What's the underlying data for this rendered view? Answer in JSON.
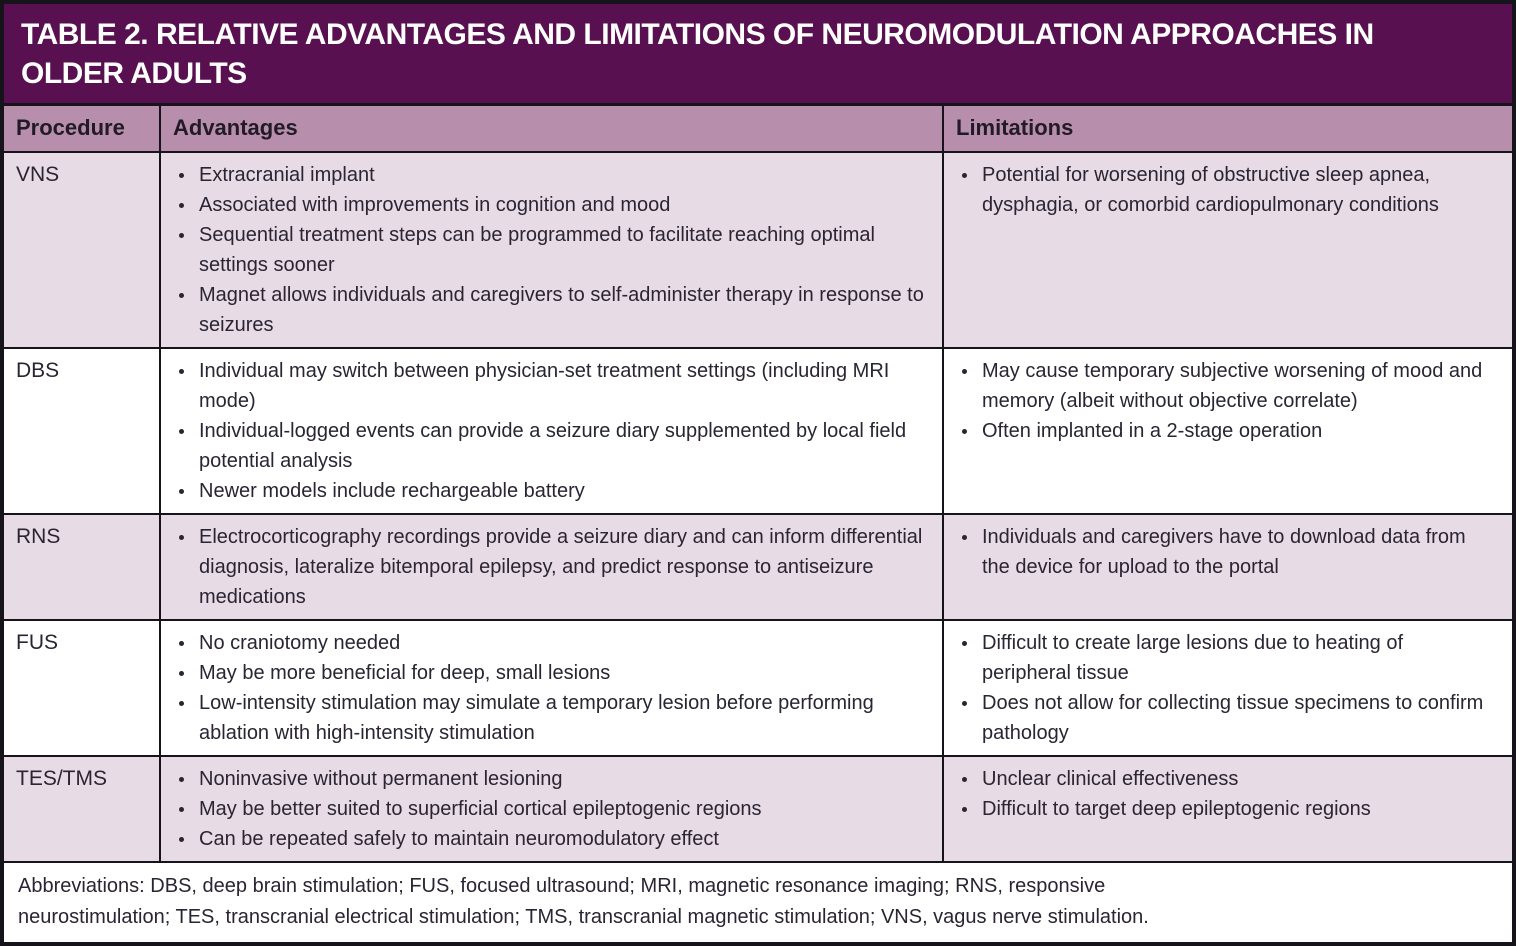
{
  "table": {
    "title": "TABLE 2. RELATIVE ADVANTAGES AND LIMITATIONS OF NEUROMODULATION APPROACHES IN OLDER ADULTS",
    "title_lines": [
      "TABLE 2. RELATIVE ADVANTAGES AND LIMITATIONS OF NEUROMODULATION APPROACHES IN",
      "OLDER ADULTS"
    ],
    "columns": [
      "Procedure",
      "Advantages",
      "Limitations"
    ],
    "rows": [
      {
        "procedure": "VNS",
        "advantages": [
          "Extracranial implant",
          "Associated with improvements in cognition and mood",
          "Sequential treatment steps can be programmed to facilitate reaching optimal settings sooner",
          "Magnet allows individuals and caregivers to self-administer therapy in response to seizures"
        ],
        "limitations": [
          "Potential for worsening of obstructive sleep apnea, dysphagia, or comorbid cardiopulmonary conditions"
        ]
      },
      {
        "procedure": "DBS",
        "advantages": [
          "Individual may switch between physician-set treatment settings (including MRI mode)",
          "Individual-logged events can provide a seizure diary supplemented by local field potential analysis",
          "Newer models include rechargeable battery"
        ],
        "limitations": [
          "May cause temporary subjective worsening of mood and memory (albeit without objective correlate)",
          "Often implanted in a 2-stage operation"
        ]
      },
      {
        "procedure": "RNS",
        "advantages": [
          "Electrocorticography recordings provide a seizure diary and can inform differential diagnosis, lateralize bitemporal epilepsy, and predict response to antiseizure medications"
        ],
        "limitations": [
          "Individuals and caregivers have to download data from the device for upload to the portal"
        ]
      },
      {
        "procedure": "FUS",
        "advantages": [
          "No craniotomy needed",
          "May be more beneficial for deep, small lesions",
          "Low-intensity stimulation may simulate a temporary lesion before performing ablation with high-intensity stimulation"
        ],
        "limitations": [
          "Difficult to create large lesions due to heating of peripheral tissue",
          "Does not allow for collecting tissue specimens to confirm pathology"
        ]
      },
      {
        "procedure": "TES/TMS",
        "advantages": [
          "Noninvasive without permanent lesioning",
          "May be better suited to superficial cortical epileptogenic regions",
          "Can be repeated safely to maintain neuromodulatory effect"
        ],
        "limitations": [
          "Unclear clinical effectiveness",
          "Difficult to target deep epileptogenic regions"
        ]
      }
    ],
    "footnote": "Abbreviations: DBS, deep brain stimulation; FUS, focused ultrasound; MRI, magnetic resonance imaging; RNS, responsive neurostimulation; TES, transcranial electrical stimulation; TMS, transcranial magnetic stimulation; VNS, vagus nerve stimulation."
  },
  "colors": {
    "title_bg": "#581050",
    "title_text": "#ffffff",
    "header_bg": "#b78fad",
    "row_stripe_bg": "#e7dce5",
    "row_plain_bg": "#ffffff",
    "border": "#17131a",
    "body_text": "#2a2433"
  }
}
